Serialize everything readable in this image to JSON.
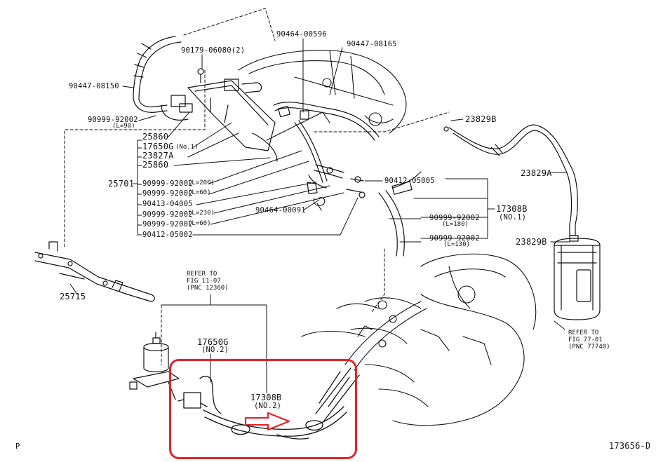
{
  "labels": {
    "p_90464_00596": "90464-00596",
    "p_90447_08165": "90447-08165",
    "p_90179_06080": "90179-06080(2)",
    "p_90447_08150": "90447-08150",
    "p_90999_92002_top": "90999-92002",
    "l_90": "(L=90)",
    "p_25860_a": "25860",
    "p_17650g_no1": "17650G",
    "no1_small": "(No.1)",
    "p_23827a": "23827A",
    "p_25860_b": "25860",
    "p_25701": "25701",
    "p_90999_92002_l200": "90999-92002",
    "l_200": "(L=200)",
    "p_90999_92002_l60": "90999-92002",
    "l_60a": "(L=60)",
    "p_90413_04005": "90413-04005",
    "p_90999_92002_l230": "90999-92002",
    "l_230": "(L=230)",
    "p_90999_92002_l60b": "90999-92002",
    "l_60b": "(L=60)",
    "p_90412_05002": "90412-05002",
    "p_90464_00091": "90464-00091",
    "p_90412_05005": "90412-05005",
    "p_17308b_no1": "17308B",
    "no1": "(NO.1)",
    "p_90999_92002_l180": "90999-92002",
    "l_180": "(L=180)",
    "p_90999_92002_l130": "90999-92002",
    "l_130": "(L=130)",
    "p_23829b_top": "23829B",
    "p_23829a": "23829A",
    "p_23829b_bot": "23829B",
    "p_25715": "25715",
    "refer_a_1": "REFER TO",
    "refer_a_2": "FIG 11-07",
    "refer_a_3": "(PNC 12360)",
    "p_17650g_no2": "17650G",
    "no2_a": "(NO.2)",
    "p_17308b_no2": "17308B",
    "no2_b": "(NO.2)",
    "refer_b_1": "REFER TO",
    "refer_b_2": "FIG 77-01",
    "refer_b_3": "(PNC 77740)",
    "corner_p": "P",
    "diagram_id": "173656-D"
  },
  "colors": {
    "line": "#111111",
    "highlight": "#e0252a",
    "background": "#ffffff"
  }
}
